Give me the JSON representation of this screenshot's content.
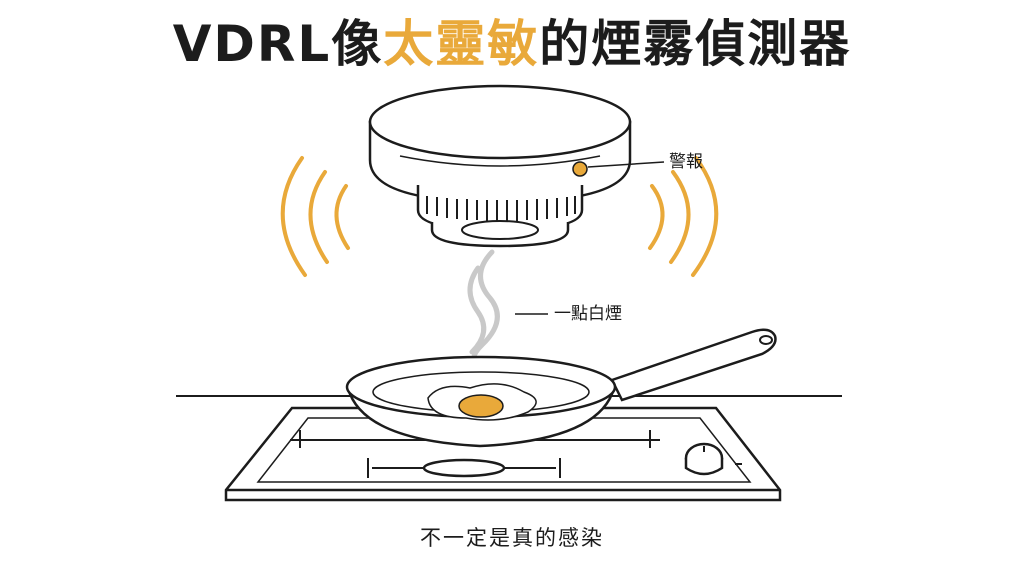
{
  "title": {
    "prefix": "VDRL像",
    "accent": "太靈敏",
    "suffix": "的煙霧偵測器"
  },
  "labels": {
    "alarm": "警報",
    "smoke": "一點白煙"
  },
  "caption": "不一定是真的感染",
  "colors": {
    "accent": "#e9a93a",
    "ink": "#1c1c1c",
    "smoke": "#c9c9c9",
    "yolk": "#e9a93a"
  }
}
